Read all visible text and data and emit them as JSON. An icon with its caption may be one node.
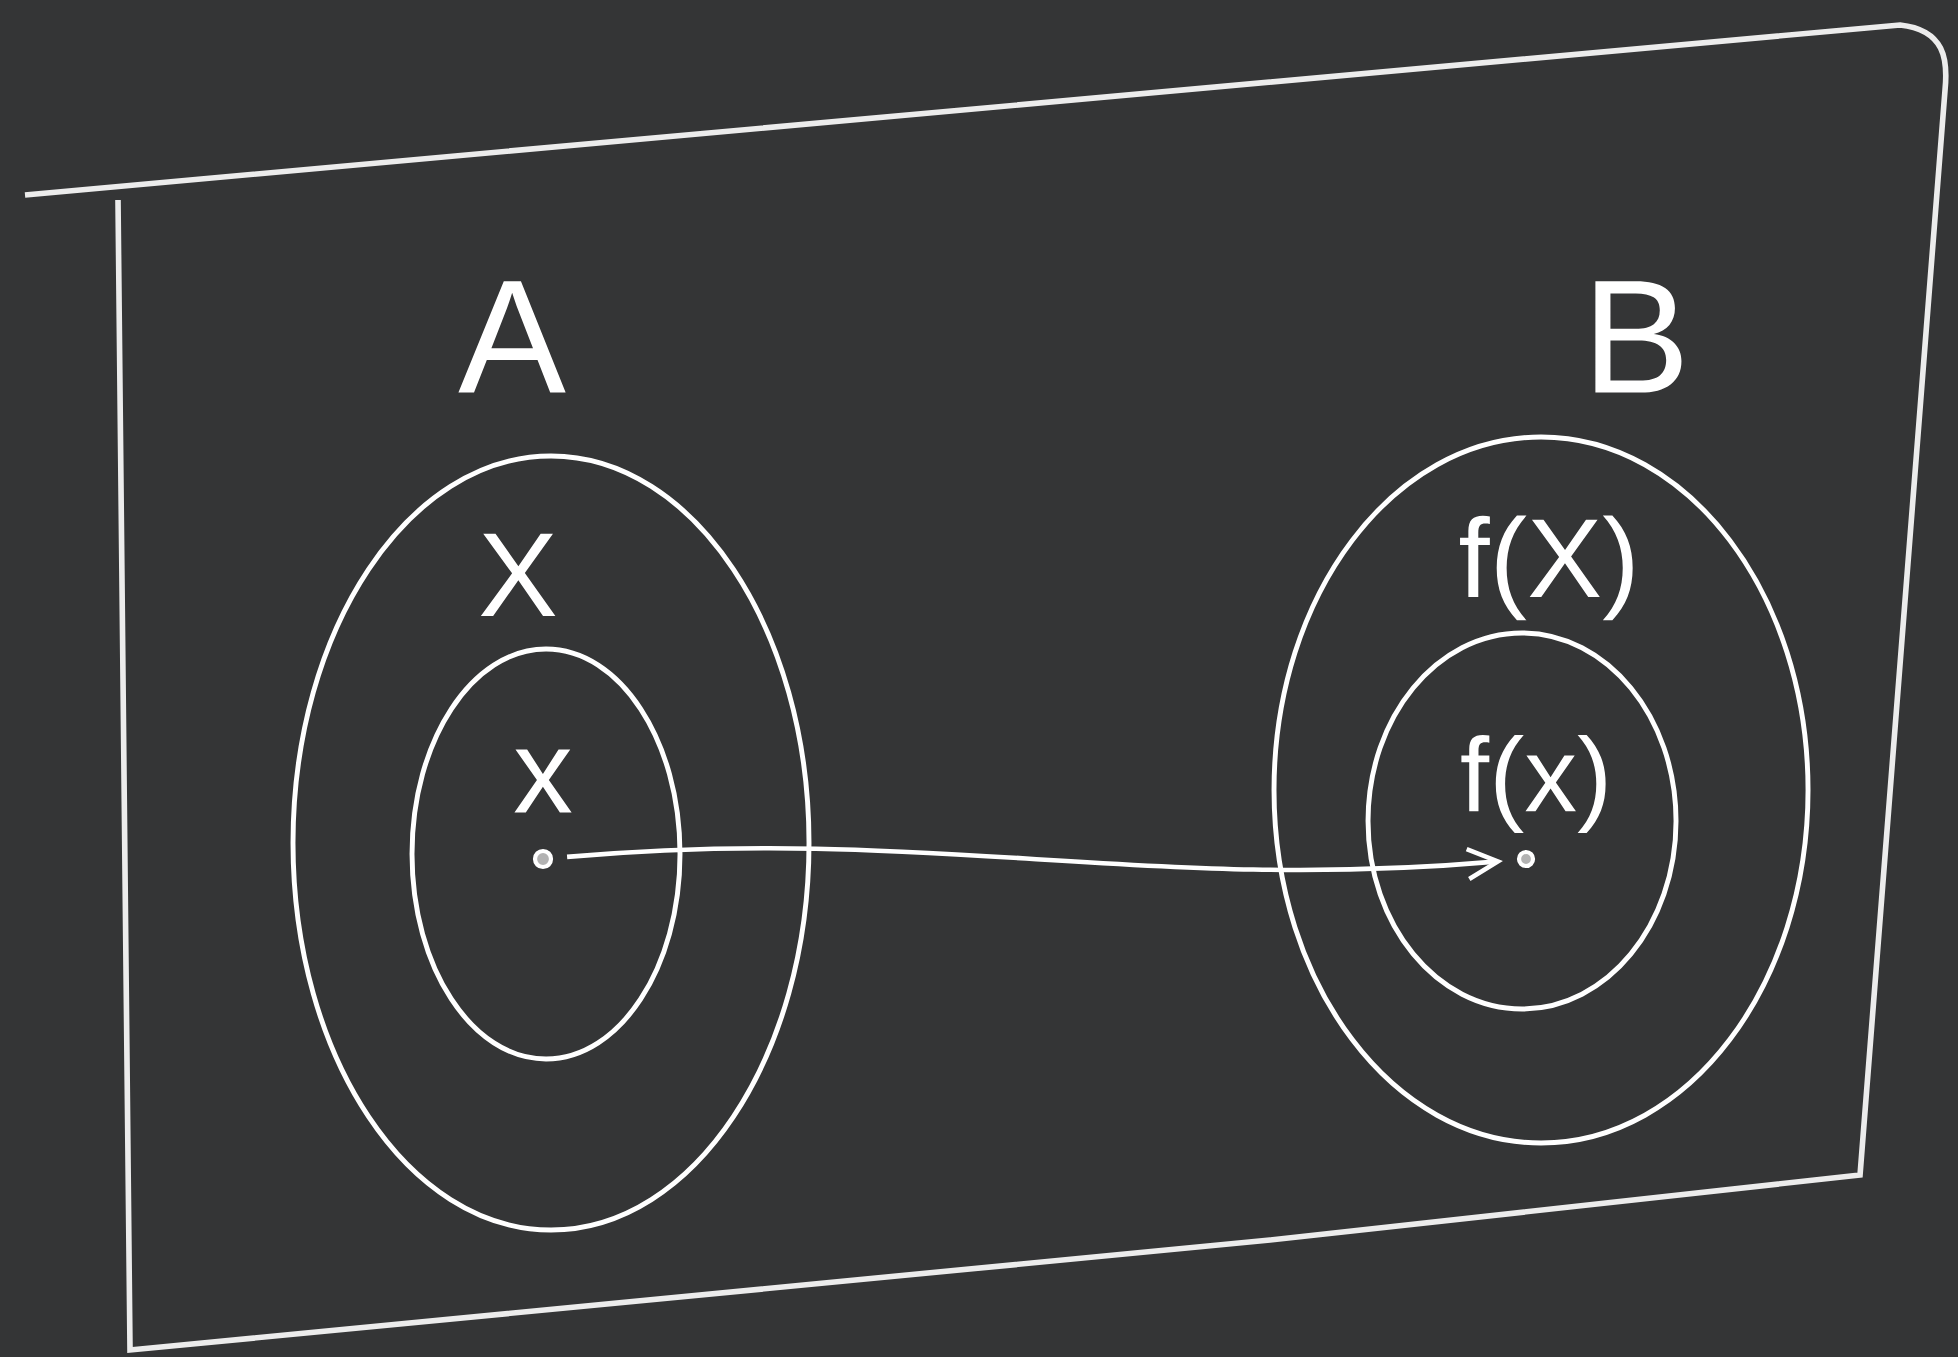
{
  "diagram": {
    "nodes": [
      {
        "text": [
          "A",
          "X"
        ]
      },
      {
        "text": [
          "x"
        ],
        "in": 0
      },
      {
        "text": [],
        "shape": "circle",
        "in": 1
      },
      {
        "text": [
          "B",
          "f(X)"
        ]
      },
      {
        "text": [
          "f(x)"
        ],
        "in": 3
      },
      {
        "text": [],
        "shape": "circle",
        "in": 4
      }
    ],
    "edges": [
      {
        "from": 2,
        "to": 5,
        "arrow": "to"
      }
    ]
  }
}
